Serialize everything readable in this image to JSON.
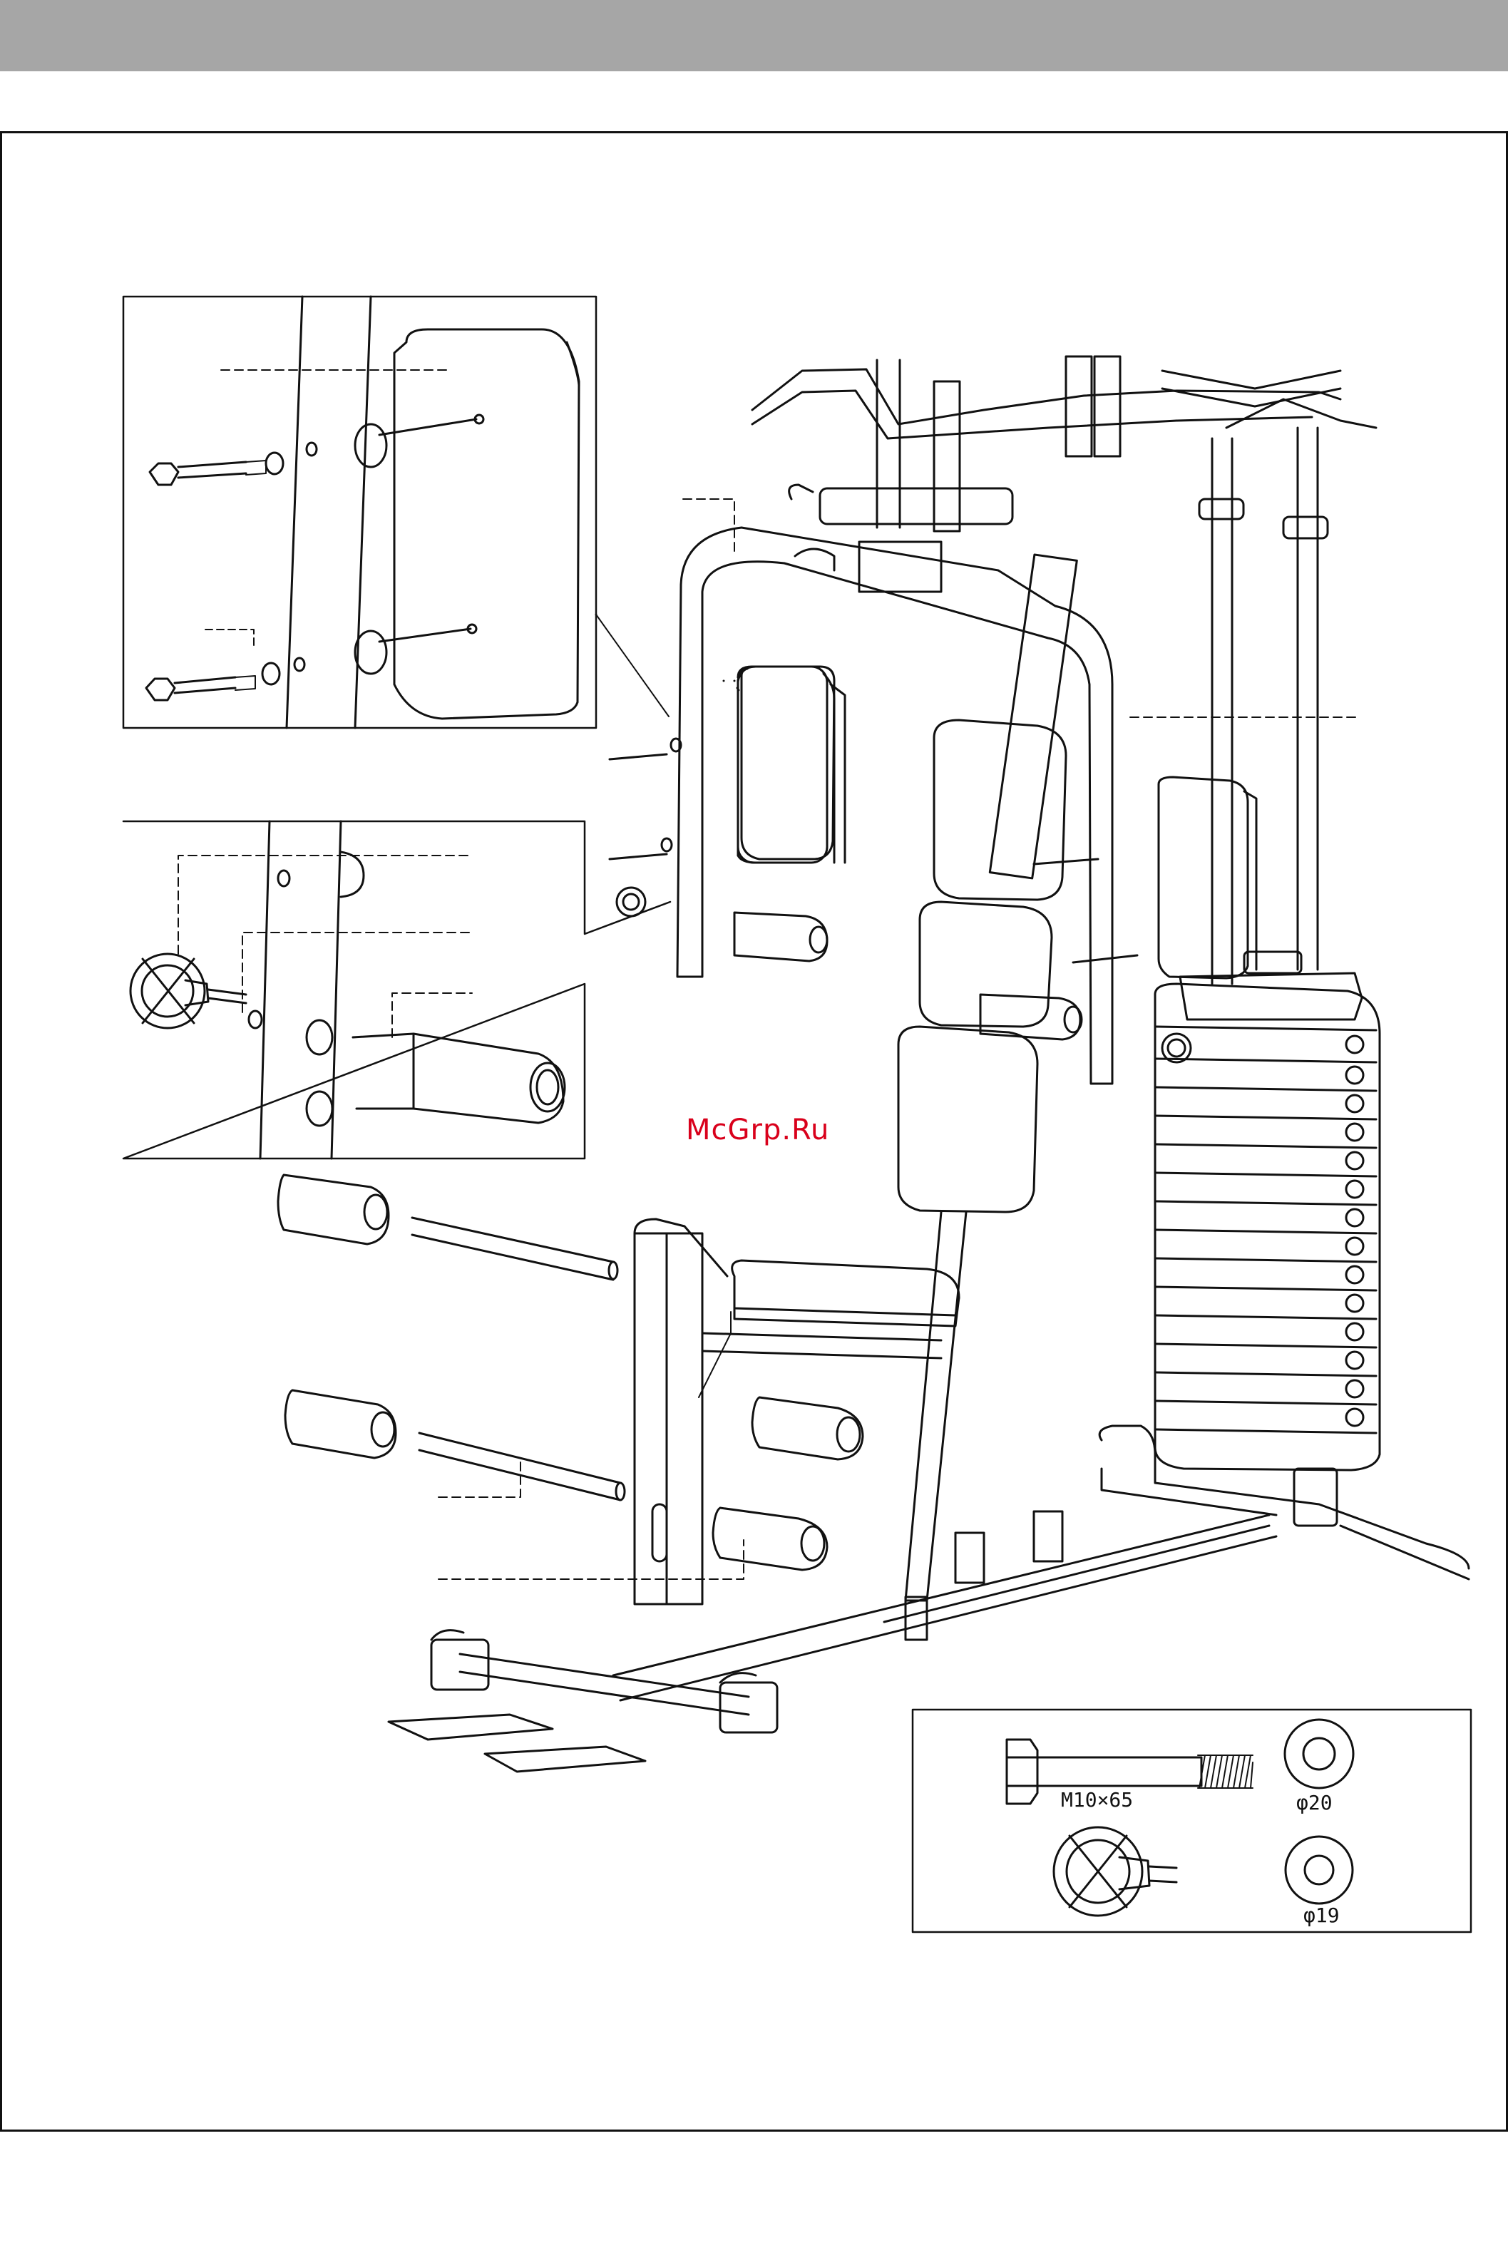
{
  "watermark": "McGrp.Ru",
  "hardware": {
    "bolt_label": "M10×65",
    "washer_large_label": "φ20",
    "washer_small_label": "φ19"
  }
}
